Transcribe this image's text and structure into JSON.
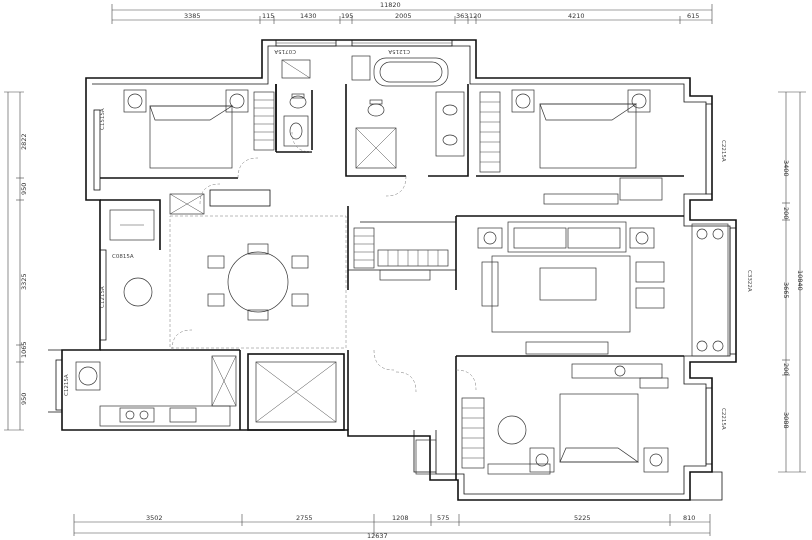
{
  "dimensions": {
    "top_total": "11820",
    "top_segments": [
      "3385",
      "115",
      "1430",
      "195",
      "2005",
      "363",
      "120",
      "4210",
      "615"
    ],
    "bottom_total": "12637",
    "bottom_segments": [
      "3502",
      "2755",
      "1208",
      "575",
      "5225",
      "810"
    ],
    "left_segments": [
      "2822",
      "950",
      "3325",
      "1065",
      "950"
    ],
    "right_segments": [
      "3400",
      "200",
      "3665",
      "200",
      "3088"
    ],
    "right_total": "10840"
  },
  "window_tags": {
    "top_left": "C0715A",
    "top_center": "C1215A",
    "right_upper": "C2215A",
    "right_middle": "C3322A",
    "right_lower": "C2215A",
    "left_upper": "C1515A",
    "left_middle": "C0815A",
    "left_middle2": "C1215A",
    "left_lower": "C1215A"
  }
}
